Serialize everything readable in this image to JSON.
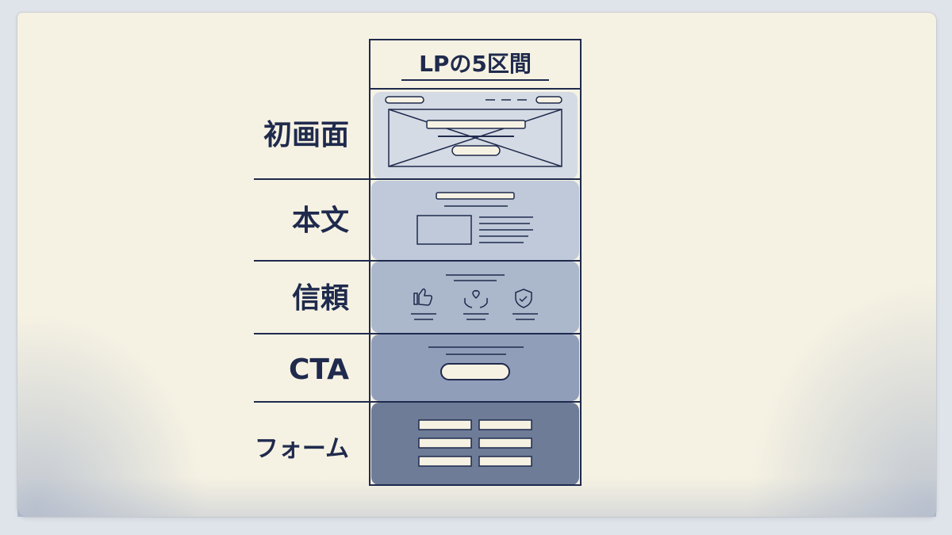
{
  "title": "LPの5区間",
  "sections": [
    {
      "label": "初画面"
    },
    {
      "label": "本文"
    },
    {
      "label": "信頼"
    },
    {
      "label": "CTA"
    },
    {
      "label": "フォーム"
    }
  ],
  "icons": [
    "thumbs-up-icon",
    "hands-heart-icon",
    "shield-check-icon"
  ],
  "colors": {
    "paper": "#f6f2e3",
    "ink": "#1f2a4d",
    "wash_1": "#d3d9e4",
    "wash_2": "#bcc6d8",
    "wash_3": "#a7b3c9",
    "wash_4": "#8b99b6",
    "wash_5": "#667592"
  }
}
